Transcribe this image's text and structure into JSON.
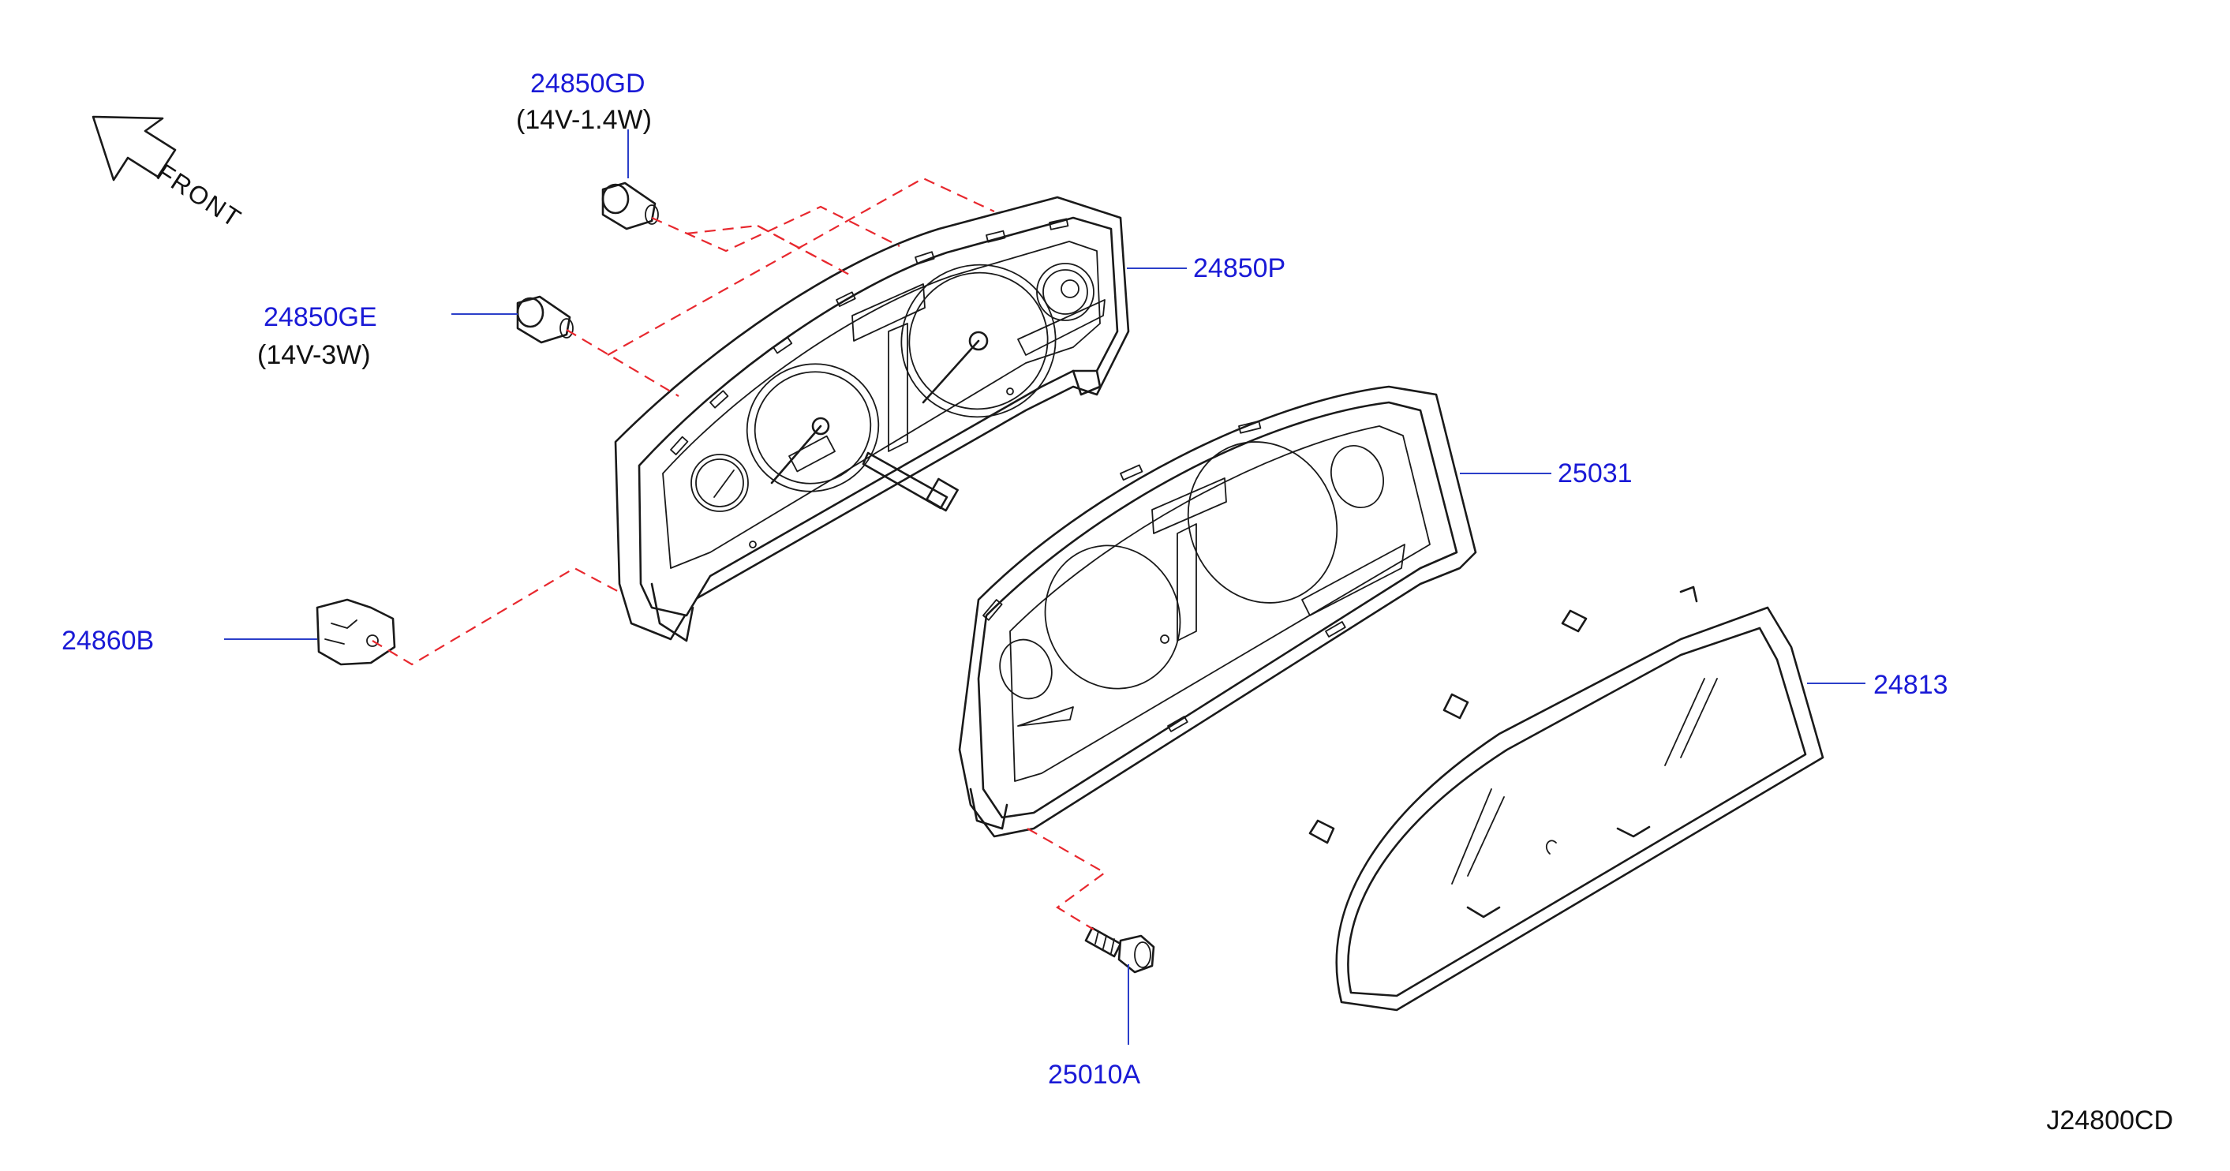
{
  "orientation": {
    "label": "FRONT",
    "icon": "front-arrow-icon"
  },
  "parts": {
    "bulb_small": {
      "number": "24850GD",
      "spec": "(14V-1.4W)"
    },
    "bulb_large": {
      "number": "24850GE",
      "spec": "(14V-3W)"
    },
    "printed_circuit": {
      "number": "24850P"
    },
    "meter_housing": {
      "number": "25031"
    },
    "meter_glass": {
      "number": "24813"
    },
    "bulb_socket": {
      "number": "24860B"
    },
    "screw": {
      "number": "25010A"
    }
  },
  "diagram_code": "J24800CD",
  "colors": {
    "part_number": "#1a1ad6",
    "leader_line": "#2b3fc9",
    "dashed_assembly_line": "#e8282e",
    "drawing_line": "#1a1a1a"
  }
}
